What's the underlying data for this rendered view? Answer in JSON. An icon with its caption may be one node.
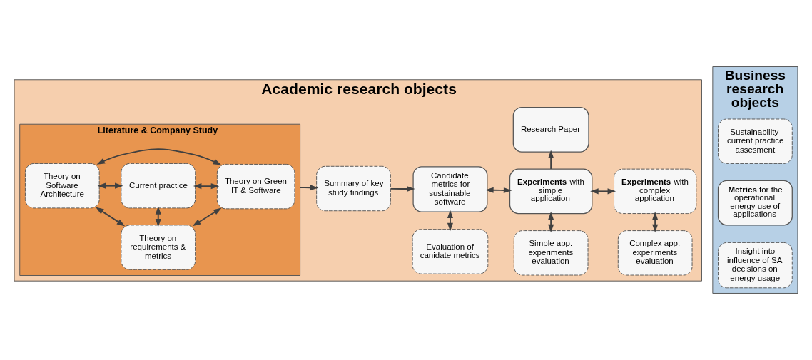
{
  "diagram": {
    "nodes": [
      {
        "text": [
          "Academic research objects"
        ]
      },
      {
        "text": [
          "Literature & Company Study"
        ],
        "in": 0
      },
      {
        "text": [
          "Theory on requirements & metrics"
        ],
        "in": 1
      },
      {
        "text": [
          "Theory on Software Architecture"
        ],
        "in": 1
      },
      {
        "text": [
          "Theory on Green IT & Software"
        ],
        "in": 1
      },
      {
        "text": [
          "Current practice"
        ],
        "in": 1
      },
      {
        "text": [
          "Evaluation of canidate metrics"
        ],
        "in": 0
      },
      {
        "text": [
          "Simple app. experiments evaluation"
        ],
        "in": 0
      },
      {
        "text": [
          "Complex app. experiments evaluation"
        ],
        "in": 0
      },
      {
        "text": [
          "Candidate metrics for sustainable software"
        ],
        "in": 0
      },
      {
        "text": [
          "**Experiments** with simple application"
        ],
        "in": 0
      },
      {
        "text": [
          "**Experiments** with complex application"
        ],
        "in": 0
      },
      {
        "text": [
          "Summary of key study findings"
        ],
        "in": 0
      },
      {
        "text": [
          "Research Paper"
        ],
        "in": 0
      },
      {
        "text": [
          "Business research objects"
        ]
      },
      {
        "text": [
          "Sustainability current practice assesment"
        ],
        "in": 14
      },
      {
        "text": [
          "**Metrics** for the operational energy use of applications"
        ],
        "in": 14
      },
      {
        "text": [
          "Insight into influence of SA decisions on energy usage"
        ],
        "in": 14
      }
    ],
    "edges": [
      {
        "from": 3,
        "to": 2,
        "arrow": "both"
      },
      {
        "from": 2,
        "to": 4,
        "arrow": "both"
      },
      {
        "from": 2,
        "to": 5,
        "arrow": "both"
      },
      {
        "from": 3,
        "to": 4,
        "arrow": "both"
      },
      {
        "from": 3,
        "to": 5,
        "arrow": "both"
      },
      {
        "from": 5,
        "to": 4,
        "arrow": "both"
      },
      {
        "from": 1,
        "to": 12,
        "arrow": "to"
      },
      {
        "from": 12,
        "to": 9,
        "arrow": "to"
      },
      {
        "from": 6,
        "to": 9,
        "arrow": "both"
      },
      {
        "from": 9,
        "to": 10,
        "arrow": "both"
      },
      {
        "from": 7,
        "to": 10,
        "arrow": "both"
      },
      {
        "from": 10,
        "to": 11,
        "arrow": "both"
      },
      {
        "from": 8,
        "to": 11,
        "arrow": "both"
      },
      {
        "from": 10,
        "to": 13,
        "arrow": "to"
      }
    ]
  }
}
